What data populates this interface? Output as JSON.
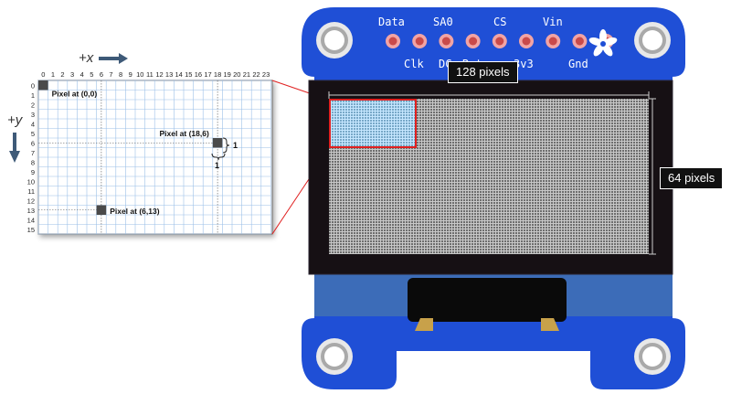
{
  "grid": {
    "x_axis_label": "+x",
    "y_axis_label": "+y",
    "x_ticks": [
      "0",
      "1",
      "2",
      "3",
      "4",
      "5",
      "6",
      "7",
      "8",
      "9",
      "10",
      "11",
      "12",
      "13",
      "14",
      "15",
      "16",
      "17",
      "18",
      "19",
      "20",
      "21",
      "22",
      "23"
    ],
    "y_ticks": [
      "0",
      "1",
      "2",
      "3",
      "4",
      "5",
      "6",
      "7",
      "8",
      "9",
      "10",
      "11",
      "12",
      "13",
      "14",
      "15"
    ],
    "pixels": [
      {
        "x": 0,
        "y": 0,
        "label": "Pixel at (0,0)"
      },
      {
        "x": 18,
        "y": 6,
        "label": "Pixel at (18,6)"
      },
      {
        "x": 6,
        "y": 13,
        "label": "Pixel at (6,13)"
      }
    ],
    "pixel_size_label_h": "1",
    "pixel_size_label_v": "1"
  },
  "board": {
    "pins": [
      "Data",
      "Clk",
      "SA0",
      "DC",
      "Rst",
      "CS",
      "3v3",
      "Vin",
      "Gnd"
    ],
    "width_label": "128 pixels",
    "height_label": "64 pixels",
    "colors": {
      "pcb": "#1f4fd6",
      "screen": "#161014",
      "highlight": "#e02020",
      "pad": "#f2a4a4",
      "grid_line": "#9cc0e8"
    }
  }
}
